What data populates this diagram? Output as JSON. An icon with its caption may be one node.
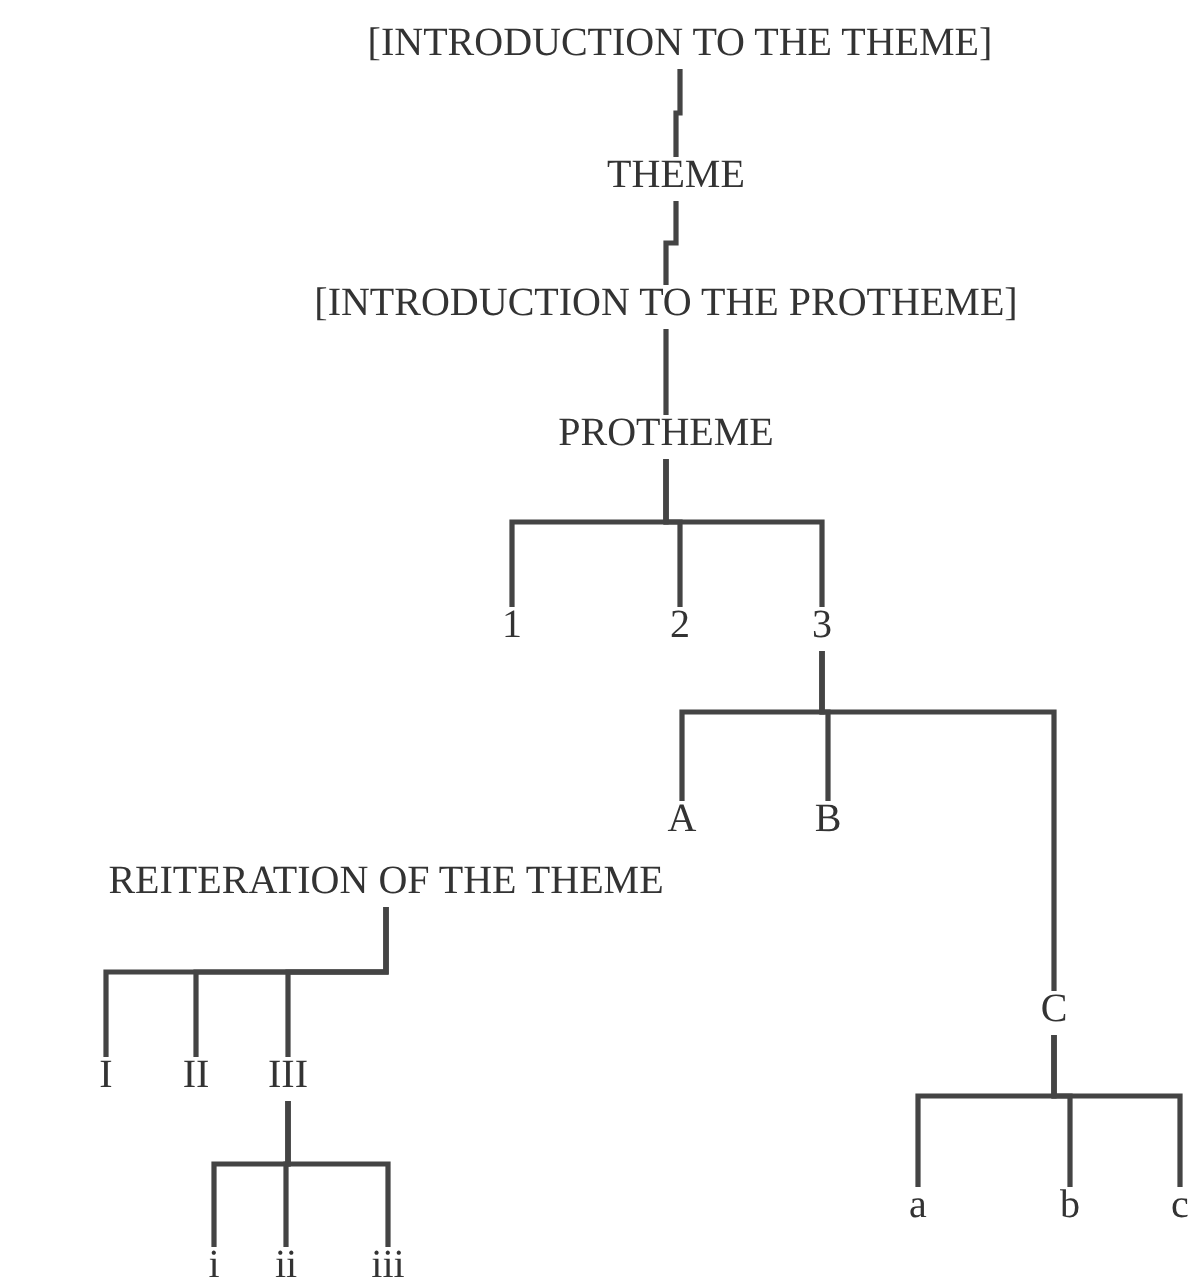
{
  "diagram": {
    "nodes": [
      {
        "text": [
          "[INTRODUCTION TO THE THEME]"
        ]
      },
      {
        "text": [
          "THEME"
        ]
      },
      {
        "text": [
          "[INTRODUCTION TO THE PROTHEME]"
        ]
      },
      {
        "text": [
          "PROTHEME"
        ]
      },
      {
        "text": [
          "1"
        ]
      },
      {
        "text": [
          "2"
        ]
      },
      {
        "text": [
          "3"
        ]
      },
      {
        "text": [
          "A"
        ]
      },
      {
        "text": [
          "B"
        ]
      },
      {
        "text": [
          "C"
        ]
      },
      {
        "text": [
          "REITERATION OF THE THEME"
        ]
      },
      {
        "text": [
          "I"
        ]
      },
      {
        "text": [
          "II"
        ]
      },
      {
        "text": [
          "III"
        ]
      },
      {
        "text": [
          "i"
        ]
      },
      {
        "text": [
          "ii"
        ]
      },
      {
        "text": [
          "iii"
        ]
      },
      {
        "text": [
          "a"
        ]
      },
      {
        "text": [
          "b"
        ]
      },
      {
        "text": [
          "c"
        ]
      }
    ],
    "edges": [
      {
        "from": 0,
        "to": 1,
        "arrow": "none"
      },
      {
        "from": 1,
        "to": 2,
        "arrow": "none"
      },
      {
        "from": 2,
        "to": 3,
        "arrow": "none"
      },
      {
        "from": 3,
        "to": 4,
        "arrow": "none"
      },
      {
        "from": 3,
        "to": 5,
        "arrow": "none"
      },
      {
        "from": 3,
        "to": 6,
        "arrow": "none"
      },
      {
        "from": 6,
        "to": 7,
        "arrow": "none"
      },
      {
        "from": 6,
        "to": 8,
        "arrow": "none"
      },
      {
        "from": 6,
        "to": 9,
        "arrow": "none"
      },
      {
        "from": 9,
        "to": 17,
        "arrow": "none"
      },
      {
        "from": 9,
        "to": 18,
        "arrow": "none"
      },
      {
        "from": 9,
        "to": 19,
        "arrow": "none"
      },
      {
        "from": 10,
        "to": 11,
        "arrow": "none"
      },
      {
        "from": 10,
        "to": 12,
        "arrow": "none"
      },
      {
        "from": 10,
        "to": 13,
        "arrow": "none"
      },
      {
        "from": 13,
        "to": 14,
        "arrow": "none"
      },
      {
        "from": 13,
        "to": 15,
        "arrow": "none"
      },
      {
        "from": 13,
        "to": 16,
        "arrow": "none"
      }
    ]
  }
}
